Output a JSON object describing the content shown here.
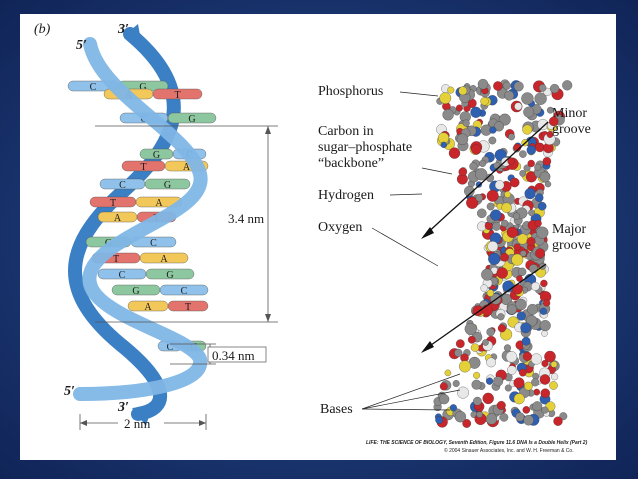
{
  "panel_letter": "(b)",
  "left": {
    "strand_top_5": "5′",
    "strand_top_3": "3′",
    "strand_bot_5": "5′",
    "strand_bot_3": "3′",
    "pitch": "3.4 nm",
    "rise": "0.34 nm",
    "width": "2 nm",
    "bases": [
      "C",
      "G",
      "A",
      "T",
      "C",
      "G",
      "G",
      "C",
      "T",
      "A",
      "C",
      "G",
      "T",
      "A",
      "A",
      "T",
      "G",
      "C",
      "T",
      "A",
      "C",
      "G",
      "G",
      "C",
      "A",
      "T",
      "C",
      "G"
    ]
  },
  "right": {
    "phosphorus": "Phosphorus",
    "carbon_1": "Carbon in",
    "carbon_2": "sugar–phosphate",
    "carbon_3": "“backbone”",
    "hydrogen": "Hydrogen",
    "oxygen": "Oxygen",
    "bases": "Bases",
    "minor_1": "Minor",
    "minor_2": "groove",
    "major_1": "Major",
    "major_2": "groove"
  },
  "credit": {
    "line1": "LIFE: THE SCIENCE OF BIOLOGY, Seventh Edition, Figure 11.6 DNA Is a Double Helix (Part 2)",
    "line2": "© 2004 Sinauer Associates, Inc. and W. H. Freeman & Co."
  },
  "colors": {
    "strand_light": "#7fb6e6",
    "strand_dark": "#3b7fc4",
    "C": "#8fc1ea",
    "G": "#8dc7a0",
    "A": "#f3c85a",
    "T": "#e2736d",
    "atom_C": "#8a8a8a",
    "atom_O": "#c8262b",
    "atom_P": "#e4d13a",
    "atom_N": "#2f5fb0",
    "atom_H": "#e8e8e8"
  }
}
